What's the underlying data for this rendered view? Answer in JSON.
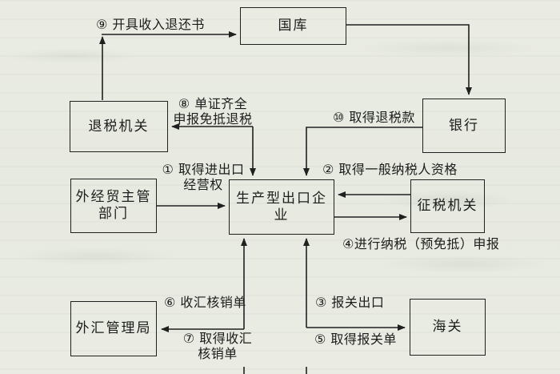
{
  "diagram": {
    "kind": "flowchart",
    "colors": {
      "paper": "#e9ebe2",
      "ink": "#202020"
    },
    "nodes": {
      "treasury": {
        "label": "国库"
      },
      "refund_authority": {
        "label": "退税机关"
      },
      "bank": {
        "label": "银行"
      },
      "foreign_trade_dept": {
        "line1": "外经贸主管",
        "line2": "部门"
      },
      "export_enterprise": {
        "label": "生产型出口企业"
      },
      "tax_authority": {
        "label": "征税机关"
      },
      "forex_admin": {
        "label": "外汇管理局"
      },
      "customs": {
        "label": "海关"
      }
    },
    "edge_labels": {
      "step1": {
        "line1": "① 取得进出口",
        "line2": "经营权"
      },
      "step2": {
        "label": "② 取得一般纳税人资格"
      },
      "step3": {
        "label": "③ 报关出口"
      },
      "step4": {
        "label": "④进行纳税（预免抵）申报"
      },
      "step5": {
        "label": "⑤ 取得报关单"
      },
      "step6": {
        "label": "⑥ 收汇核销单"
      },
      "step7": {
        "line1": "⑦ 取得收汇",
        "line2": "核销单"
      },
      "step8": {
        "line1": "⑧ 单证齐全",
        "line2": "申报免抵退税"
      },
      "step9": {
        "label": "⑨ 开具收入退还书"
      },
      "step10": {
        "label": "⑩ 取得退税款"
      }
    }
  }
}
